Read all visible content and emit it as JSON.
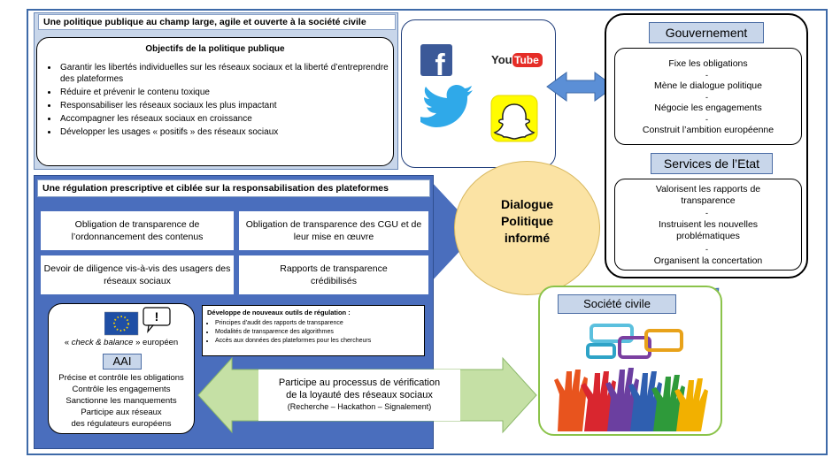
{
  "sec1": {
    "title": "Une politique publique au champ large, agile et ouverte à la société civile",
    "objectives_title": "Objectifs de la politique publique",
    "objectives": [
      "Garantir les libertés individuelles sur les réseaux sociaux et la liberté d’entreprendre des plateformes",
      "Réduire et prévenir le contenu toxique",
      "Responsabiliser les réseaux sociaux les plus impactant",
      "Accompagner les réseaux sociaux en croissance",
      "Développer les usages « positifs » des réseaux sociaux"
    ]
  },
  "social": {
    "facebook_glyph": "f",
    "youtube_you": "You",
    "youtube_tube": "Tube",
    "icons": [
      "facebook-icon",
      "youtube-icon",
      "twitter-icon",
      "snapchat-icon"
    ]
  },
  "gov": {
    "header": "Gouvernement",
    "roles": [
      "Fixe les obligations",
      "Mène le dialogue politique",
      "Négocie les engagements",
      "Construit l’ambition européenne"
    ]
  },
  "services": {
    "header": "Services de l’Etat",
    "roles": [
      "Valorisent les rapports de transparence",
      "Instruisent les nouvelles problématiques",
      "Organisent la concertation"
    ]
  },
  "sec2": {
    "title": "Une régulation prescriptive et ciblée sur la responsabilisation des plateformes",
    "cells": [
      "Obligation de transparence de l’ordonnancement des contenus",
      "Obligation de transparence des CGU et de leur mise en œuvre",
      "Devoir de diligence vis-à-vis des usagers des réseaux sociaux",
      "Rapports de transparence crédibilisés"
    ]
  },
  "aai": {
    "bubble": "!",
    "eu_caption_quote_open": "« ",
    "eu_caption_em": "check & balance",
    "eu_caption_rest": " » européen",
    "label": "AAI",
    "roles": [
      "Précise et contrôle les obligations",
      "Contrôle les engagements",
      "Sanctionne les manquements",
      "Participe aux réseaux",
      "des régulateurs européens"
    ]
  },
  "tools": {
    "title": "Développe de nouveaux outils de régulation :",
    "items": [
      "Principes d’audit des rapports de transparence",
      "Modalités de transparence des algorithmes",
      "Accès aux données des plateformes pour les chercheurs"
    ]
  },
  "verification": {
    "line1": "Participe au processus de vérification",
    "line2": "de la loyauté des réseaux sociaux",
    "line3": "(Recherche – Hackathon – Signalement)"
  },
  "dialogue": {
    "line1": "Dialogue",
    "line2": "Politique",
    "line3": "informé"
  },
  "civil": {
    "header": "Société civile"
  },
  "colors": {
    "light_blue": "#c8d6ea",
    "dark_blue": "#4a6ebd",
    "arrow_blue": "#5b8fd6",
    "light_green": "#c5e0a5",
    "dialogue_yellow": "#fbe3a4"
  }
}
